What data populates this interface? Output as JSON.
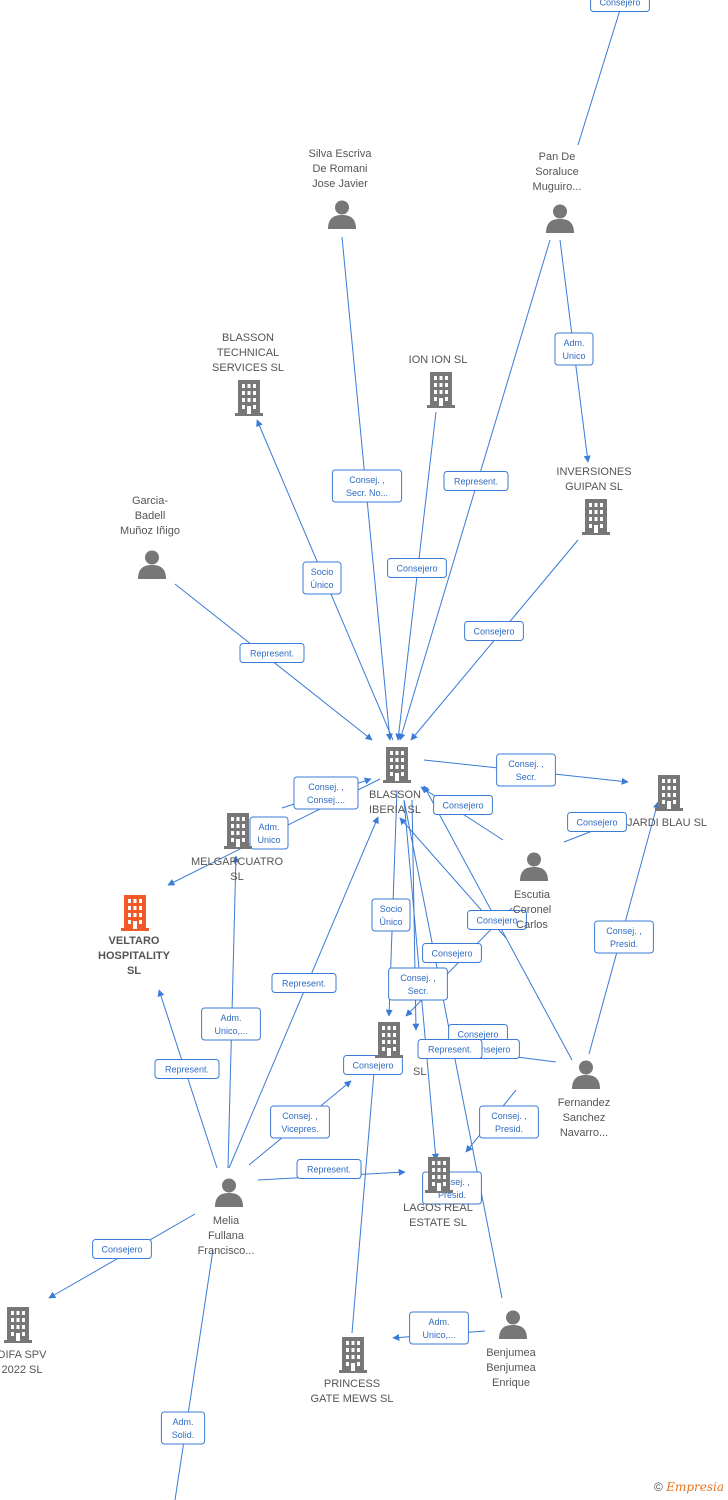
{
  "colors": {
    "edge": "#3a7bd5",
    "node_icon": "#777777",
    "highlight_icon": "#f05a28"
  },
  "nodes": [
    {
      "id": "consejero_top",
      "type": "none",
      "label": []
    },
    {
      "id": "pan_de_soraluce",
      "type": "person",
      "label": [
        "Pan De",
        "Soraluce",
        "Muguiro..."
      ]
    },
    {
      "id": "silva_escriva",
      "type": "person",
      "label": [
        "Silva Escriva",
        "De Romani",
        "Jose Javier"
      ]
    },
    {
      "id": "blasson_technical",
      "type": "company",
      "label": [
        "BLASSON",
        "TECHNICAL",
        "SERVICES  SL"
      ]
    },
    {
      "id": "ion_ion",
      "type": "company",
      "label": [
        "ION ION SL"
      ]
    },
    {
      "id": "inversiones_guipan",
      "type": "company",
      "label": [
        "INVERSIONES",
        "GUIPAN SL"
      ]
    },
    {
      "id": "garcia_badell",
      "type": "person",
      "label": [
        "Garcia-",
        "Badell",
        "Muñoz Iñigo"
      ]
    },
    {
      "id": "blasson_iberia",
      "type": "company",
      "label": [
        "BLASSON",
        "IBERIA  SL"
      ]
    },
    {
      "id": "jardi_blau",
      "type": "company",
      "label": [
        "JARDI BLAU SL"
      ]
    },
    {
      "id": "melgarcuatro",
      "type": "company",
      "label": [
        "MELGARCUATRO",
        "SL"
      ]
    },
    {
      "id": "veltaro",
      "type": "highlight",
      "label": [
        "VELTARO",
        "HOSPITALITY",
        "SL"
      ]
    },
    {
      "id": "escutia_coronel",
      "type": "person",
      "label": [
        "Escutia",
        "Coronel",
        "Carlos"
      ]
    },
    {
      "id": "central_sl",
      "type": "company",
      "label": [
        "SL"
      ]
    },
    {
      "id": "fernandez_sanchez",
      "type": "person",
      "label": [
        "Fernandez",
        "Sanchez",
        "Navarro..."
      ]
    },
    {
      "id": "melia_fullana",
      "type": "person",
      "label": [
        "Melia",
        "Fullana",
        "Francisco..."
      ]
    },
    {
      "id": "lagos_real_estate",
      "type": "company",
      "label": [
        "LAGOS REAL",
        "ESTATE  SL"
      ]
    },
    {
      "id": "difa_spv",
      "type": "company",
      "label": [
        "DIFA SPV",
        "2022  SL"
      ]
    },
    {
      "id": "princess_gate",
      "type": "company",
      "label": [
        "PRINCESS",
        "GATE MEWS  SL"
      ]
    },
    {
      "id": "benjumea",
      "type": "person",
      "label": [
        "Benjumea",
        "Benjumea",
        "Enrique"
      ]
    }
  ],
  "edges": [
    {
      "label": [
        "Consejero"
      ]
    },
    {
      "label": [
        "Adm.",
        "Unico"
      ]
    },
    {
      "label": [
        "Consej. ,",
        "Secr. No..."
      ]
    },
    {
      "label": [
        "Represent."
      ]
    },
    {
      "label": [
        "Consejero"
      ]
    },
    {
      "label": [
        "Socio",
        "Único"
      ]
    },
    {
      "label": [
        "Consejero"
      ]
    },
    {
      "label": [
        "Represent."
      ]
    },
    {
      "label": [
        "Consej. ,",
        "Secr."
      ]
    },
    {
      "label": [
        "Consej. ,",
        "Consej...."
      ]
    },
    {
      "label": [
        "Adm.",
        "Unico"
      ]
    },
    {
      "label": [
        "Consejero"
      ]
    },
    {
      "label": [
        "Consejero"
      ]
    },
    {
      "label": [
        "Socio",
        "Único"
      ]
    },
    {
      "label": [
        "Consejero"
      ]
    },
    {
      "label": [
        "Consej. ,",
        "Presid."
      ]
    },
    {
      "label": [
        "Consejero"
      ]
    },
    {
      "label": [
        "Consej. ,",
        "Secr."
      ]
    },
    {
      "label": [
        "Represent."
      ]
    },
    {
      "label": [
        "Adm.",
        "Unico,..."
      ]
    },
    {
      "label": [
        "Represent."
      ]
    },
    {
      "label": [
        "Consejero"
      ]
    },
    {
      "label": [
        "Consejero"
      ]
    },
    {
      "label": [
        "Represent."
      ]
    },
    {
      "label": [
        "Consejero"
      ]
    },
    {
      "label": [
        "Consej. ,",
        "Vicepres."
      ]
    },
    {
      "label": [
        "Consej. ,",
        "Presid."
      ]
    },
    {
      "label": [
        "Represent."
      ]
    },
    {
      "label": [
        "Consej. ,",
        "Presid."
      ]
    },
    {
      "label": [
        "Consejero"
      ]
    },
    {
      "label": [
        "Adm.",
        "Unico,..."
      ]
    },
    {
      "label": [
        "Adm.",
        "Solid."
      ]
    }
  ],
  "copyright": {
    "symbol": "©",
    "brand": "Empresia"
  }
}
